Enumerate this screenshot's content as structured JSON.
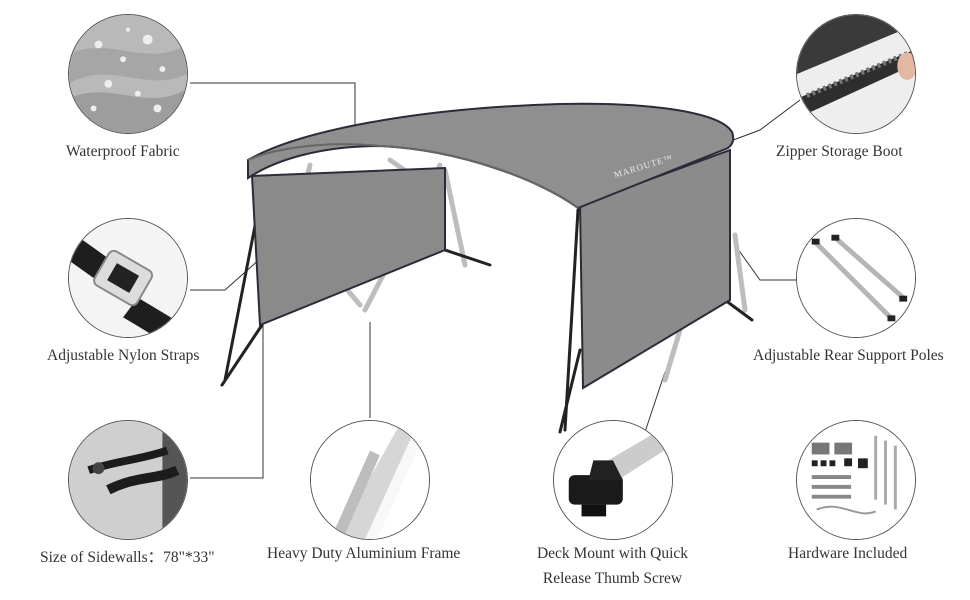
{
  "brand": "MAROUTE",
  "brand_mark": "™",
  "features": {
    "waterproof_fabric": "Waterproof Fabric",
    "zipper_storage_boot": "Zipper Storage Boot",
    "adjustable_nylon_straps": "Adjustable Nylon Straps",
    "adjustable_rear_support_poles": "Adjustable Rear Support Poles",
    "size_of_sidewalls": "Size of Sidewalls：78\"*33\"",
    "heavy_duty_aluminium_frame": "Heavy Duty Aluminium Frame",
    "deck_mount_line1": "Deck Mount with Quick",
    "deck_mount_line2": "Release Thumb Screw",
    "hardware_included": "Hardware Included"
  },
  "icons": [
    "fabric-icon",
    "zipper-icon",
    "strap-buckle-icon",
    "support-poles-icon",
    "sidewall-strap-icon",
    "aluminium-tube-icon",
    "deck-mount-icon",
    "hardware-kit-icon",
    "bimini-top-icon"
  ],
  "colors": {
    "canopy": "#8e8e8e",
    "canopy_dark": "#777777",
    "frame": "#c9c9c9",
    "line": "#444444"
  }
}
